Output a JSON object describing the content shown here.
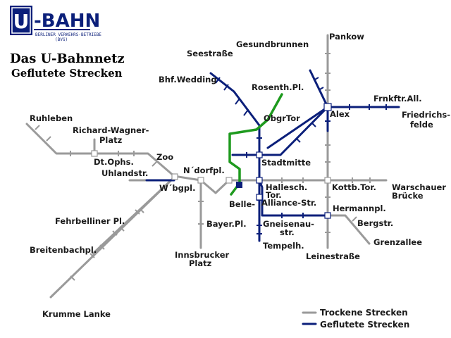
{
  "logo": {
    "letter": "U",
    "word": "-BAHN",
    "subtitle_line1": "BERLINER VERKEHRS-BETRIEBE",
    "subtitle_line2": "(BVG)"
  },
  "title": {
    "line1": "Das U-Bahnnetz",
    "line2": "Geflutete Strecken"
  },
  "stations": {
    "pankow": "Pankow",
    "gesundbrunnen": "Gesundbrunnen",
    "seestrasse": "Seestraße",
    "bhf_wedding": "Bhf.Wedding",
    "rosenth_pl": "Rosenth.Pl.",
    "obgr_tor": "ObgrTor",
    "alex": "Alex",
    "frnkftr_all": "Frnkftr.All.",
    "friedrichsfelde_1": "Friedrichs-",
    "friedrichsfelde_2": "felde",
    "ruhleben": "Ruhleben",
    "richard_wagner_1": "Richard-Wagner-",
    "richard_wagner_2": "Platz",
    "zoo": "Zoo",
    "dt_ophs": "Dt.Ophs.",
    "uhlandstr": "Uhlandstr.",
    "ndorfpl": "N´dorfpl.",
    "stadtmitte": "Stadtmitte",
    "wbgpl": "W´bgpl.",
    "hallesch_tor_1": "Hallesch.",
    "hallesch_tor_2": "Tor.",
    "kottb_tor": "Kottb.Tor.",
    "warschauer_1": "Warschauer",
    "warschauer_2": "Brücke",
    "belle_alliance_1": "Belle-",
    "belle_alliance_2": "Alliance-Str.",
    "hermannpl": "Hermannpl.",
    "bergstr": "Bergstr.",
    "fehrbelliner": "Fehrbelliner Pl.",
    "bayer_pl": "Bayer.Pl.",
    "gneisenau_1": "Gneisenau-",
    "gneisenau_2": "str.",
    "grenzallee": "Grenzallee",
    "breitenbachpl": "Breitenbachpl.",
    "tempelh": "Tempelh.",
    "leinestrasse": "Leinestraße",
    "innsbrucker_1": "Innsbrucker",
    "innsbrucker_2": "Platz",
    "krumme_lanke": "Krumme Lanke"
  },
  "legend": {
    "dry_label": "Trockene Strecken",
    "flooded_label": "Geflutete Strecken"
  },
  "colors": {
    "dry": "#9a9a9a",
    "flooded": "#0b1f7a",
    "green": "#1e9a1e"
  }
}
